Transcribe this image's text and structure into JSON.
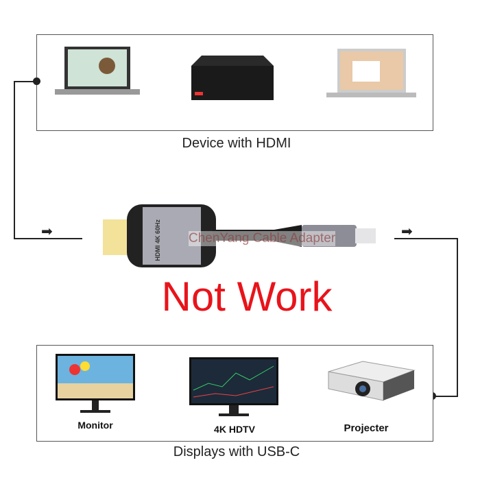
{
  "top_caption": "Device with HDMI",
  "bottom_caption": "Displays with USB-C",
  "status_text": "Not Work",
  "watermark": "ChenYang Cable Adapter",
  "adapter_label": [
    "HDMI",
    "4K",
    "60Hz"
  ],
  "displays": [
    {
      "label": "Monitor"
    },
    {
      "label": "4K HDTV"
    },
    {
      "label": "Projecter"
    }
  ],
  "colors": {
    "status": "#e8141b",
    "line": "#222222"
  }
}
